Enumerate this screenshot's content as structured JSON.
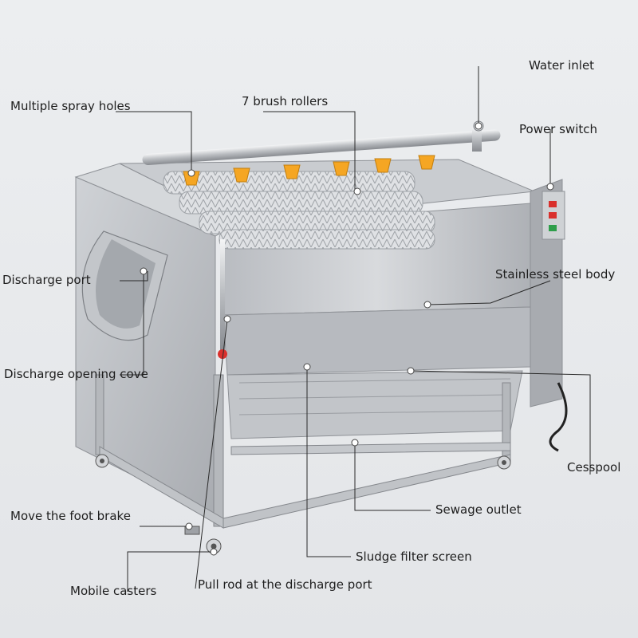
{
  "labels": {
    "water_inlet": "Water inlet",
    "multiple_spray_holes": "Multiple spray holes",
    "brush_rollers": "7 brush rollers",
    "power_switch": "Power switch",
    "discharge_port": "Discharge port",
    "stainless_steel_body": "Stainless steel body",
    "discharge_opening_cove": "Discharge opening cove",
    "cesspool": "Cesspool",
    "sewage_outlet": "Sewage outlet",
    "move_foot_brake": "Move the foot brake",
    "sludge_filter_screen": "Sludge filter screen",
    "mobile_casters": "Mobile casters",
    "pull_rod": "Pull rod at the discharge port"
  },
  "colors": {
    "nozzle": "#f5a623",
    "steel": "#c9ccd0",
    "leader_line": "#2a2a2a",
    "handle_tip": "#d9302c"
  }
}
